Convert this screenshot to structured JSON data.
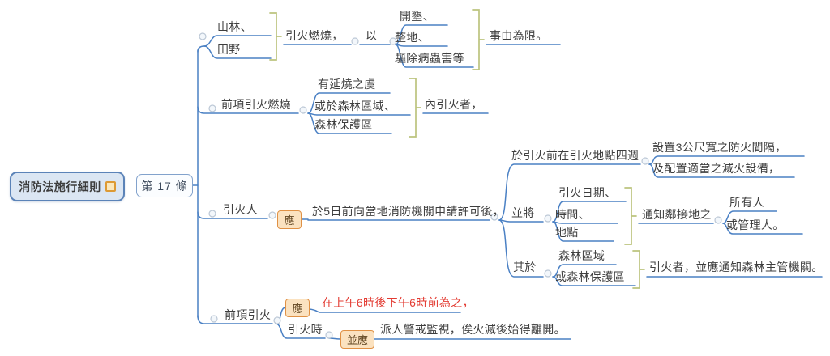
{
  "app": {
    "description": "mind map of fire services regulation"
  },
  "colors": {
    "line_blue": "#4a80c4",
    "bracket_olive": "#bcc47e",
    "orange_box_border": "#e09145",
    "orange_box_fill": "#fbe2c0",
    "red_text": "#e33b32",
    "root_fill": "#dbe6f3",
    "root_border": "#5b83b8"
  },
  "root": {
    "label": "消防法施行細則"
  },
  "article": {
    "label": "第 17 條"
  },
  "topics": {
    "mountain": "山林、",
    "field": "田野",
    "ignite_burn": "引火燃燒，",
    "yi": "以",
    "reclaim": "開墾、",
    "level_land": "整地、",
    "pest": "驅除病蟲害等",
    "limit": "事由為限。",
    "prev_burn": "前項引火燃燒",
    "spread_risk": "有延燒之虞",
    "forest_area": "或於森林區域、",
    "forest_reserve": "森林保護區",
    "ignite_within": "內引火者，",
    "igniter": "引火人",
    "should1": "應",
    "apply": "於5日前向當地消防機關申請許可後，",
    "before_site": "於引火前在引火地點四週",
    "firebreak": "設置3公尺寬之防火間隔，",
    "equipment": "及配置適當之滅火設備，",
    "and_notify": "並將",
    "date": "引火日期、",
    "time": "時間、",
    "place": "地點",
    "notify_adjacent": "通知鄰接地之",
    "owner": "所有人",
    "manager": "或管理人。",
    "as_for": "其於",
    "forest_area2": "森林區域",
    "forest_reserve2": "或森林保護區",
    "notify_authority": "引火者，並應通知森林主管機關。",
    "prev_ignite": "前項引火",
    "should2": "應",
    "time_rule": "在上午6時後下午6時前為之，",
    "when_ignite": "引火時",
    "also_should": "並應",
    "watch": "派人警戒監視，俟火滅後始得離開。"
  }
}
